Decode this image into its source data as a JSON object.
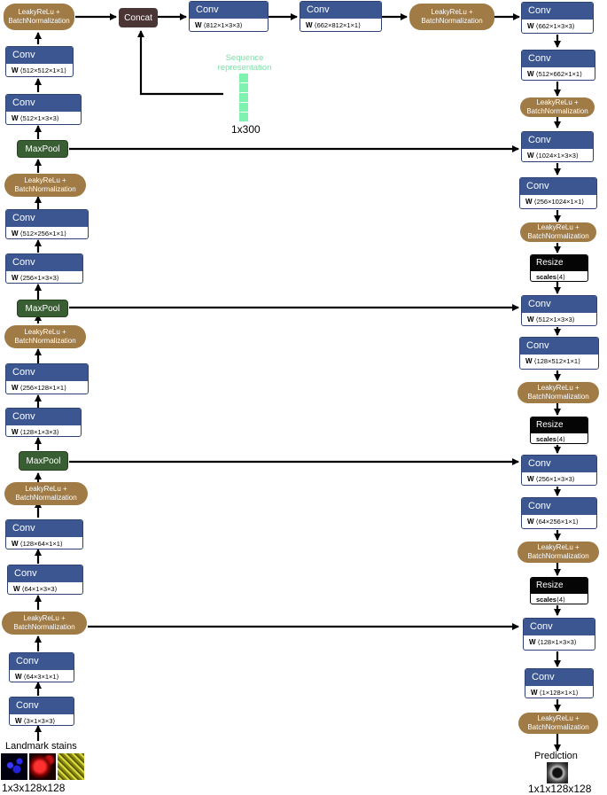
{
  "labels": {
    "leaky": "LeakyReLu + BatchNormalization",
    "conv": "Conv",
    "maxpool": "MaxPool",
    "concat": "Concat",
    "resize": "Resize",
    "w_prefix": "W",
    "scales_prefix": "scales"
  },
  "encoder": {
    "conv1_w": "⟨3×1×3×3⟩",
    "conv2_w": "⟨64×3×1×1⟩",
    "conv3_w": "⟨64×1×3×3⟩",
    "conv4_w": "⟨128×64×1×1⟩",
    "conv5_w": "⟨128×1×3×3⟩",
    "conv6_w": "⟨256×128×1×1⟩",
    "conv7_w": "⟨256×1×3×3⟩",
    "conv8_w": "⟨512×256×1×1⟩",
    "conv9_w": "⟨512×1×3×3⟩",
    "conv10_w": "⟨512×512×1×1⟩"
  },
  "top": {
    "conv_a_w": "⟨812×1×3×3⟩",
    "conv_b_w": "⟨662×812×1×1⟩"
  },
  "sequence": {
    "label": "Sequence representation",
    "dim": "1x300"
  },
  "decoder": {
    "conv1_w": "⟨662×1×3×3⟩",
    "conv2_w": "⟨512×662×1×1⟩",
    "conv3_w": "⟨1024×1×3×3⟩",
    "conv4_w": "⟨256×1024×1×1⟩",
    "conv5_w": "⟨512×1×3×3⟩",
    "conv6_w": "⟨128×512×1×1⟩",
    "conv7_w": "⟨256×1×3×3⟩",
    "conv8_w": "⟨64×256×1×1⟩",
    "conv9_w": "⟨128×1×3×3⟩",
    "conv10_w": "⟨1×128×1×1⟩",
    "scale": "⟨4⟩"
  },
  "input": {
    "title": "Landmark stains",
    "shape": "1x3x128x128"
  },
  "output": {
    "title": "Prediction",
    "shape": "1x1x128x128"
  },
  "colors": {
    "conv_header": "#3b5690",
    "leaky": "#a07b45",
    "maxpool": "#3a5e33",
    "concat": "#4a3634",
    "resize": "#050505",
    "sequence": "#7ff2b0"
  }
}
